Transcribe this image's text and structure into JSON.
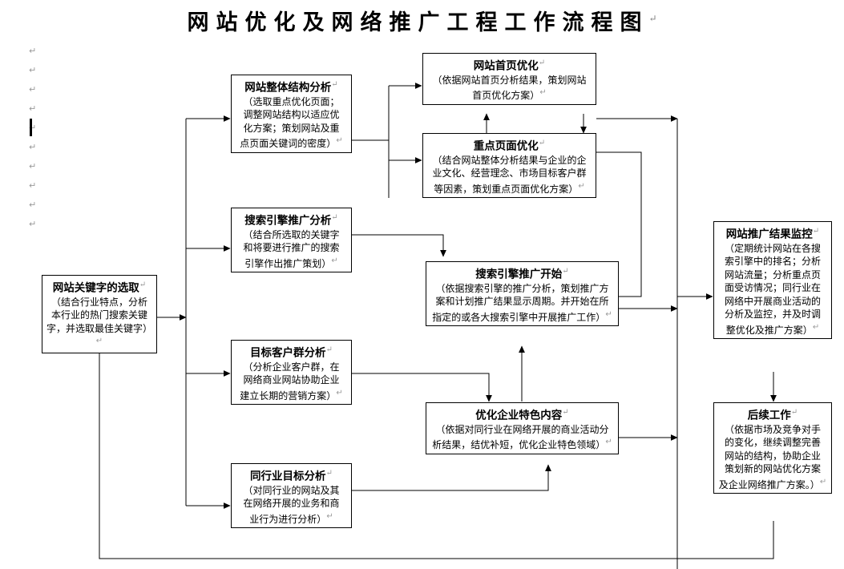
{
  "document": {
    "title": "网站优化及网络推广工程工作流程图",
    "title_mark": "↵",
    "paragraph_mark": "↵",
    "margin_marks": [
      "↵",
      "↵",
      "↵",
      "↵",
      "↵",
      "↵",
      "↵",
      "↵",
      "↵",
      "↵"
    ],
    "colors": {
      "line": "#000000",
      "box_border": "#000000",
      "background": "#ffffff",
      "mark_gray": "#9a9a9a"
    }
  },
  "nodes": [
    {
      "id": "keyword-selection",
      "name": "网站关键字的选取",
      "body": "（结合行业特点，分析本行业的热门搜索关键字，并选取最佳关键字）",
      "lines": [
        "（结合行业特点，分析",
        "本行业的热门搜索关键",
        "字，并选取最佳关键字）"
      ]
    },
    {
      "id": "site-structure-analysis",
      "name": "网站整体结构分析",
      "body": "（选取重点优化页面；调整网站结构以适应优化方案；策划网站及重点页面关键词的密度）",
      "lines": [
        "（选取重点优化页面；",
        "调整网站结构以适应优",
        "化方案；策划网站及重",
        "点页面关键词的密度）"
      ]
    },
    {
      "id": "homepage-optimization",
      "name": "网站首页优化",
      "body": "（依据网站首页分析结果，策划网站首页优化方案）",
      "lines": [
        "（依据网站首页分析结果，策划网站",
        "首页优化方案）"
      ]
    },
    {
      "id": "key-page-optimization",
      "name": "重点页面优化",
      "body": "（结合网站整体分析结果与企业的企业文化、经营理念、市场目标客户群等因素，策划重点页面优化方案）",
      "lines": [
        "（结合网站整体分析结果与企业的企",
        "业文化、经营理念、市场目标客户群",
        "等因素，策划重点页面优化方案）"
      ]
    },
    {
      "id": "search-engine-promotion-analysis",
      "name": "搜索引擎推广分析",
      "body": "（结合所选取的关键字和将要进行推广的搜索引擎作出推广策划）",
      "lines": [
        "（结合所选取的关键字",
        "和将要进行推广的搜索",
        "引擎作出推广策划）"
      ]
    },
    {
      "id": "search-engine-promotion-start",
      "name": "搜索引擎推广开始",
      "body": "（依据搜索引擎的推广分析，策划推广方案和计划推广结果显示周期。并开始在所指定的或各大搜索引擎中开展推广工作）",
      "lines": [
        "（依据搜索引擎的推广分析，策划推广方",
        "案和计划推广结果显示周期。并开始在所",
        "指定的或各大搜索引擎中开展推广工作）"
      ]
    },
    {
      "id": "target-customer-analysis",
      "name": "目标客户群分析",
      "body": "（分析企业客户群，在网络商业网站协助企业建立长期的营销方案）",
      "lines": [
        "（分析企业客户群，在",
        "网络商业网站协助企业",
        "建立长期的营销方案）"
      ]
    },
    {
      "id": "optimize-company-features",
      "name": "优化企业特色内容",
      "body": "（依据对同行业在网络开展的商业活动分析结果，结优补短，优化企业特色领域）",
      "lines": [
        "（依据对同行业在网络开展的商业活动分",
        "析结果，结优补短，优化企业特色领域）"
      ]
    },
    {
      "id": "peer-industry-analysis",
      "name": "同行业目标分析",
      "body": "（对同行业的网站及其在网络开展的业务和商业行为进行分析）",
      "lines": [
        "（对同行业的网站及其",
        "在网络开展的业务和商",
        "业行为进行分析）"
      ]
    },
    {
      "id": "promotion-result-monitoring",
      "name": "网站推广结果监控",
      "body": "（定期统计网站在各搜索引擎中的排名；分析网站流量；分析重点页面受访情况；同行业在网络中开展商业活动的分析及监控，并及时调整优化及推广方案）",
      "lines": [
        "（定期统计网站在各搜",
        "索引擎中的排名；分析",
        "网站流量；分析重点页",
        "面受访情况；同行业在",
        "网络中开展商业活动的",
        "分析及监控，并及时调",
        "整优化及推广方案）"
      ]
    },
    {
      "id": "follow-up-work",
      "name": "后续工作",
      "body": "（依据市场及竞争对手的变化，继续调整完善网站的结构，协助企业策划新的网站优化方案及企业网络推广方案。）",
      "lines": [
        "（依据市场及竞争对手",
        "的变化，继续调整完善",
        "网站的结构，协助企业",
        "策划新的网站优化方案",
        "及企业网络推广方案。）"
      ]
    }
  ]
}
